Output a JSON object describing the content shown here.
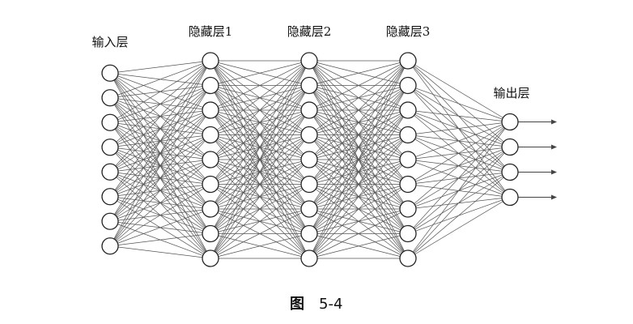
{
  "diagram": {
    "layers": [
      {
        "label": "输入层",
        "nodes": 8
      },
      {
        "label": "隐藏层1",
        "nodes": 9
      },
      {
        "label": "隐藏层2",
        "nodes": 9
      },
      {
        "label": "隐藏层3",
        "nodes": 9
      },
      {
        "label": "输出层",
        "nodes": 4
      }
    ],
    "output_arrows": true,
    "colors": {
      "edge": "#555555",
      "node_stroke": "#222222",
      "node_fill": "#ffffff",
      "text": "#111111"
    }
  },
  "caption": {
    "prefix": "图",
    "number": "5-4"
  }
}
